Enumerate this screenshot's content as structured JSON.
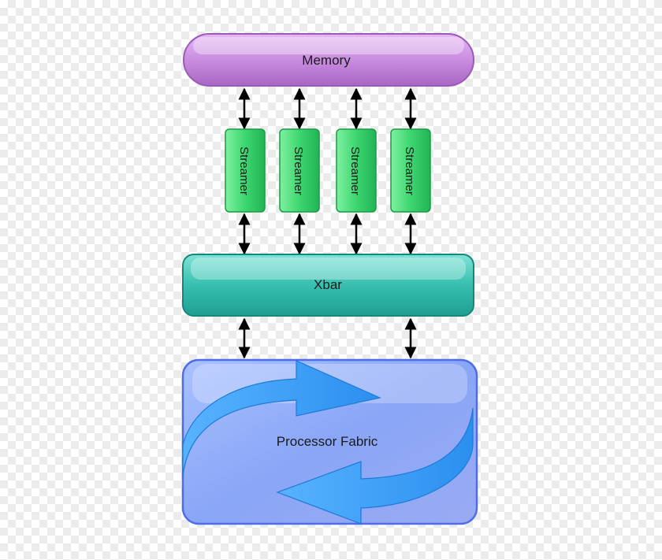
{
  "diagram": {
    "memory": {
      "label": "Memory"
    },
    "streamers": [
      {
        "label": "Streamer"
      },
      {
        "label": "Streamer"
      },
      {
        "label": "Streamer"
      },
      {
        "label": "Streamer"
      }
    ],
    "xbar": {
      "label": "Xbar"
    },
    "processor": {
      "label": "Processor Fabric"
    }
  },
  "colors": {
    "memory": "#c27fd8",
    "streamer": "#33d46a",
    "xbar": "#2ab6a8",
    "processor": "#7f9cf5",
    "arrow": "#3d9cf2",
    "connector": "#000000"
  }
}
